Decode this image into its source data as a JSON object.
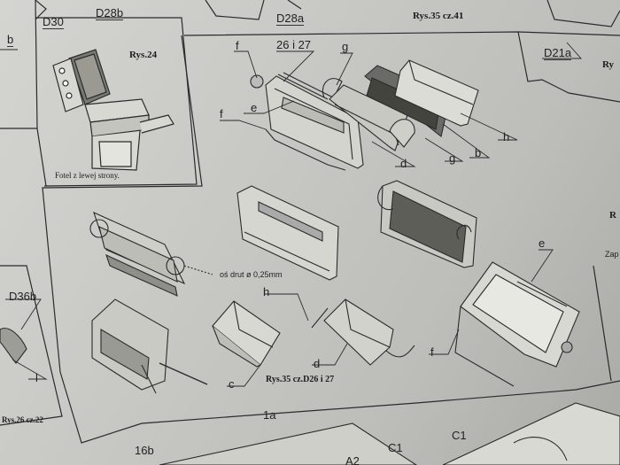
{
  "labels": {
    "d30": "D30",
    "d28b": "D28b",
    "d28a": "D28a",
    "d21a": "D21a",
    "b_left": "b",
    "rys24": "Rys.24",
    "fotel": "Fotel z lewej strony.",
    "rys35_41": "Rys.35 cz.41",
    "f_top": "f",
    "l26_27": "26 i 27",
    "g_top": "g",
    "e_top": "e",
    "f_mid": "f",
    "d_mid": "d",
    "g_mid": "g",
    "b_mid": "b",
    "h_mid": "h",
    "drut": "oś drut ø 0,25mm",
    "d36b": "D36b",
    "l_left": "l",
    "rys26": "Rys.26 cz.22",
    "h_low": "h",
    "c_low": "c",
    "d_low": "d",
    "rys35_d": "Rys.35 cz.D26 i 27",
    "e_right": "e",
    "f_right": "f",
    "r_edge": "Ry",
    "r_edge2": "R",
    "zap": "Zap",
    "one_a": "1a",
    "b16": "16b",
    "c1a": "C1",
    "c1b": "C1",
    "a2": "A2"
  }
}
